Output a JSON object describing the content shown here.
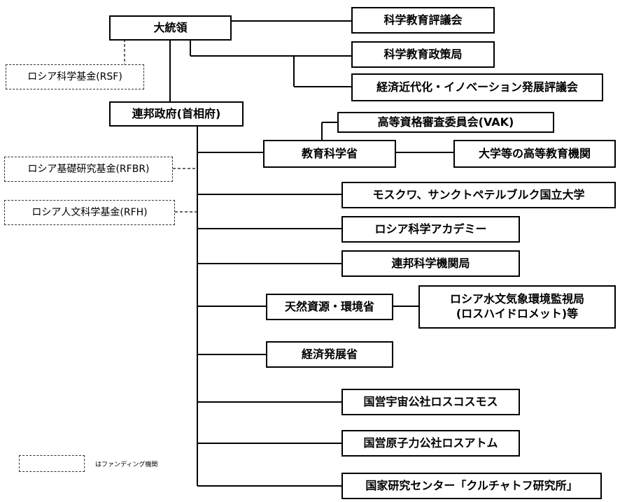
{
  "nodes": {
    "president": "大統領",
    "science_education_council": "科学教育評議会",
    "science_education_policy_bureau": "科学教育政策局",
    "modernization_council": "経済近代化・イノベーション発展評議会",
    "rsf": "ロシア科学基金(RSF)",
    "government": "連邦政府(首相府)",
    "vak": "高等資格審査委員会(VAK)",
    "ministry_education_science": "教育科学省",
    "higher_education_institutions": "大学等の高等教育機関",
    "rfbr": "ロシア基礎研究基金(RFBR)",
    "msu_spbu": "モスクワ、サンクトペテルブルク国立大学",
    "rfh": "ロシア人文科学基金(RFH)",
    "academy_of_sciences": "ロシア科学アカデミー",
    "fano": "連邦科学機関局",
    "ministry_natural_resources": "天然資源・環境省",
    "roshydromet": "ロシア水文気象環境監視局\n(ロスハイドロメット)等",
    "ministry_economic_development": "経済発展省",
    "roscosmos": "国営宇宙公社ロスコスモス",
    "rosatom": "国営原子力公社ロスアトム",
    "kurchatov": "国家研究センター「クルチャトフ研究所」"
  },
  "legend": {
    "text": "はファンディング機関"
  }
}
